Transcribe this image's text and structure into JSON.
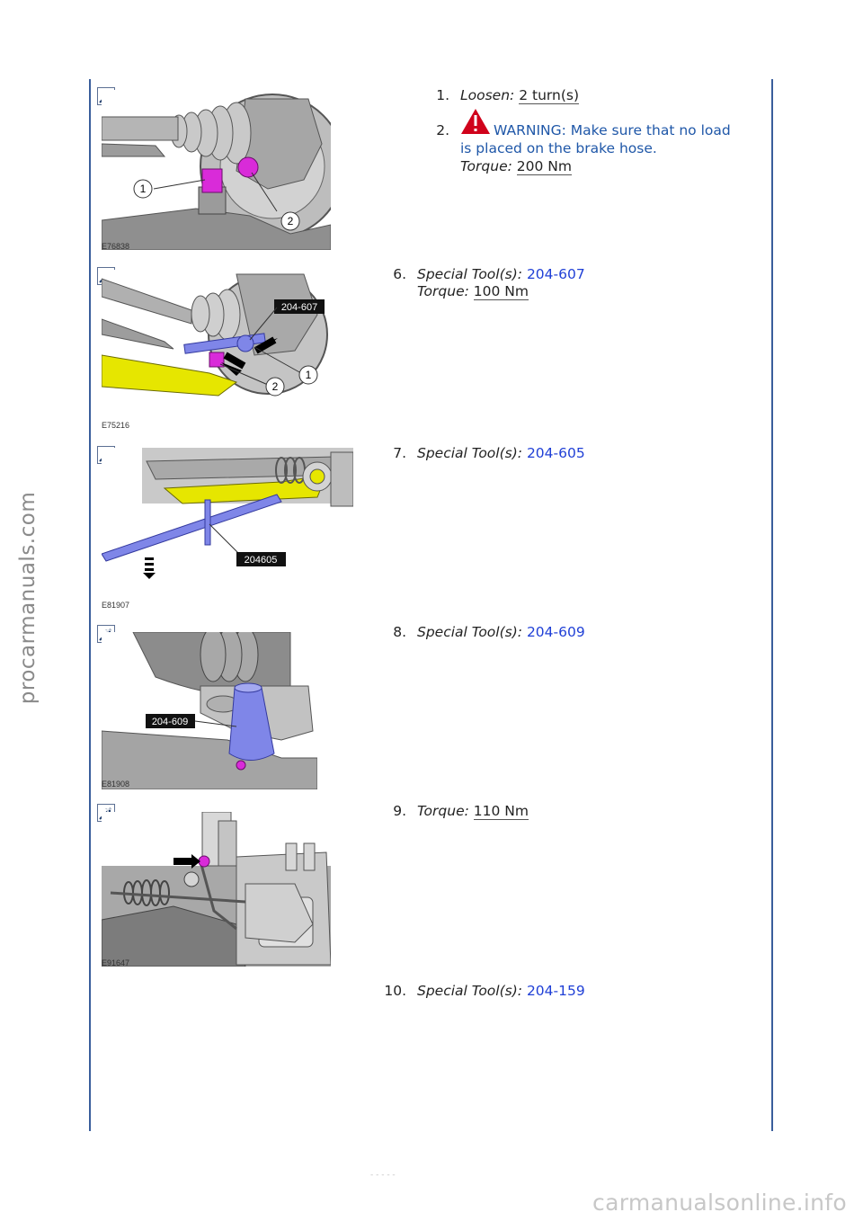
{
  "watermarks": {
    "side": "procarmanuals.com",
    "footer": "carmanualsonline.info",
    "page_number": "- - -  - -"
  },
  "figures": [
    {
      "id": "E76838",
      "callouts": [
        "1",
        "2"
      ]
    },
    {
      "id": "E75216",
      "callouts": [
        "204-607",
        "1",
        "2"
      ]
    },
    {
      "id": "E81907",
      "callouts": [
        "204605"
      ]
    },
    {
      "id": "E81908",
      "callouts": [
        "204-609"
      ]
    },
    {
      "id": "E91647",
      "callouts": []
    }
  ],
  "steps": {
    "s1": {
      "number": "1.",
      "label": "Loosen:",
      "value": "2 turn(s)"
    },
    "s2": {
      "number": "2.",
      "warning_line1": "WARNING: Make sure that no load",
      "warning_line2": "is placed on the brake hose.",
      "label": "Torque:",
      "value": "200 Nm"
    },
    "s6": {
      "number": "6.",
      "label": "Special Tool(s):",
      "tool": "204-607",
      "label2": "Torque:",
      "value": "100 Nm"
    },
    "s7": {
      "number": "7.",
      "label": "Special Tool(s):",
      "tool": "204-605"
    },
    "s8": {
      "number": "8.",
      "label": "Special Tool(s):",
      "tool": "204-609"
    },
    "s9": {
      "number": "9.",
      "label": "Torque:",
      "value": "110 Nm"
    },
    "s10": {
      "number": "10.",
      "label": "Special Tool(s):",
      "tool": "204-159"
    }
  },
  "colors": {
    "rule": "#3a5e9c",
    "link": "#1f3fd6",
    "warning_text": "#1f57a8",
    "warning_icon": "#d0021b",
    "highlight_magenta": "#d92bd9",
    "highlight_yellow": "#e6e600",
    "tool_blue": "#7f86e8"
  }
}
